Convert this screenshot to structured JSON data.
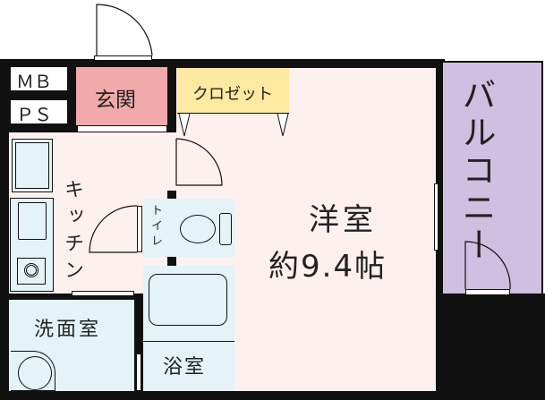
{
  "rooms": {
    "mb": "ＭＢ",
    "ps": "ＰＳ",
    "entrance": "玄関",
    "closet": "クロゼット",
    "western_room": "洋室",
    "western_room_size": "約9.4帖",
    "balcony": "バルコニー",
    "kitchen": "キッチン",
    "toilet": "トイレ",
    "washroom": "洗面室",
    "bathroom": "浴室"
  },
  "colors": {
    "entrance": "#f0aaaa",
    "closet": "#fde9a0",
    "balcony": "#cfbfe0",
    "room": "#fdf1f0",
    "wet": "#e3f3f8"
  }
}
